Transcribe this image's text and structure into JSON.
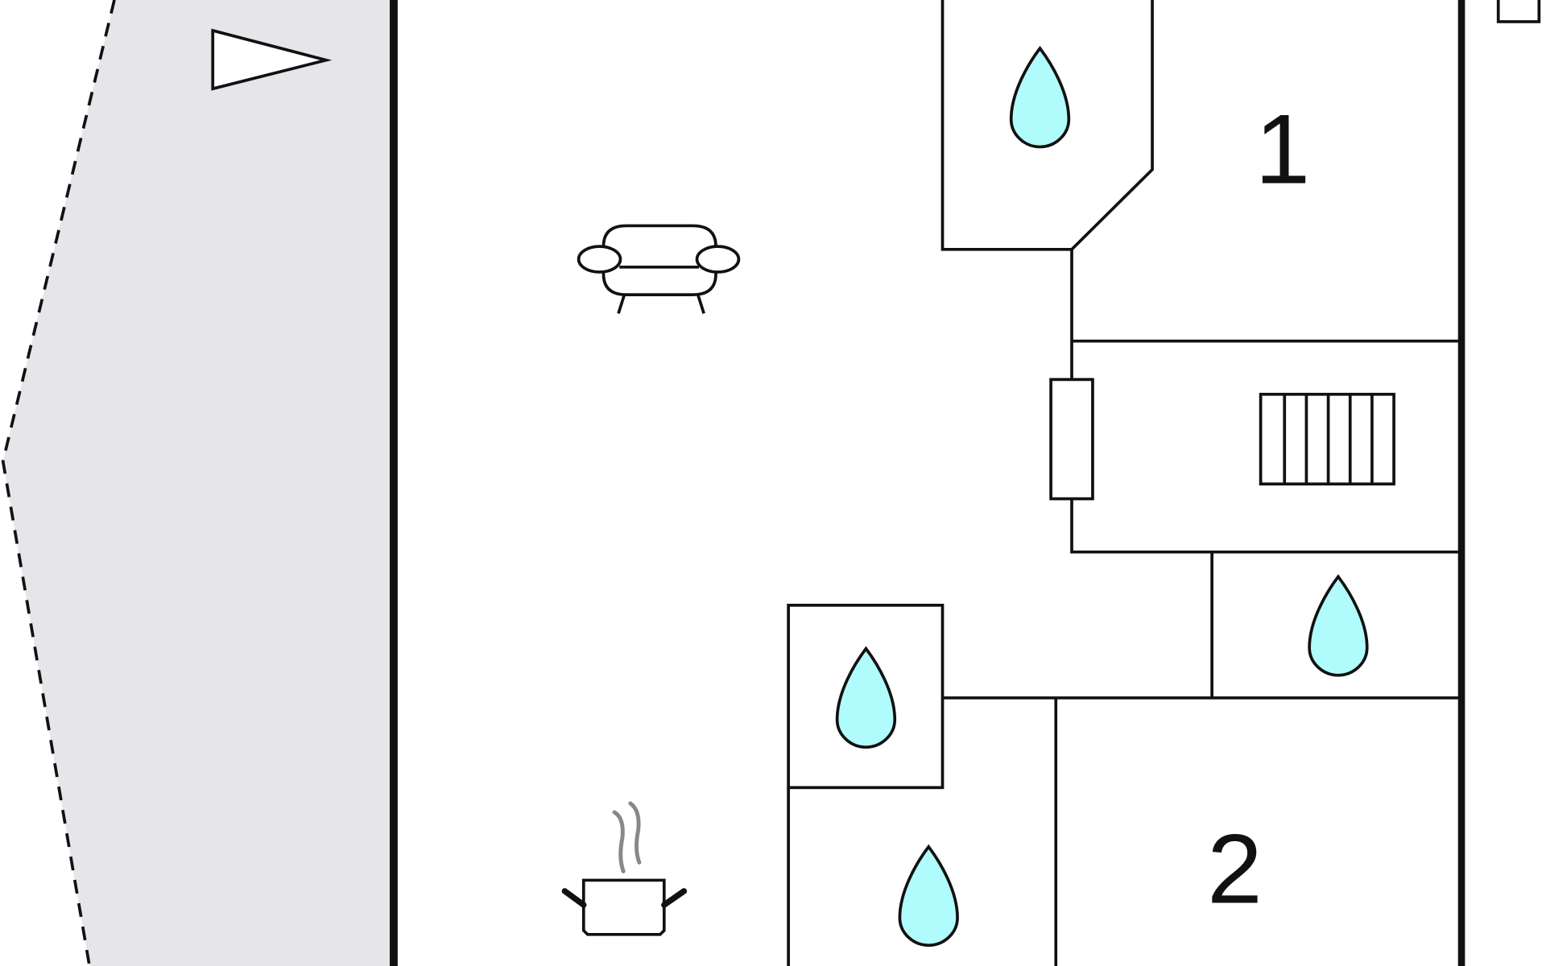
{
  "floorplan": {
    "rooms": [
      {
        "id": "bedroom-1",
        "label": "1"
      },
      {
        "id": "bedroom-2",
        "label": "2"
      }
    ],
    "colors": {
      "outside": "#e6e5ea",
      "water": "#b0fcfc",
      "wall": "#111111",
      "steam": "#888888"
    },
    "icons": [
      "compass-arrow-icon",
      "sofa-icon",
      "cooking-pot-icon",
      "water-drop-icon",
      "radiator-icon"
    ]
  }
}
